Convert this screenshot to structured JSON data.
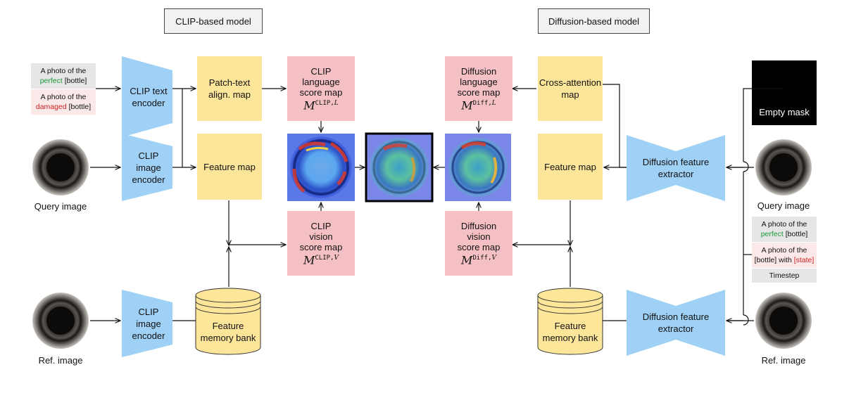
{
  "titles": {
    "clip": "CLIP-based model",
    "diffusion": "Diffusion-based model"
  },
  "left": {
    "prompt_perfect_pre": "A photo of the",
    "prompt_perfect_word": "perfect",
    "prompt_perfect_post": "[bottle]",
    "prompt_damaged_pre": "A photo of the",
    "prompt_damaged_word": "damaged",
    "prompt_damaged_post": "[bottle]",
    "text_encoder": "CLIP text encoder",
    "image_encoder": "CLIP image encoder",
    "ref_image_encoder": "CLIP image encoder",
    "patch_text_map": "Patch-text align. map",
    "feature_map": "Feature map",
    "memory_bank": "Feature memory bank",
    "query_caption": "Query image",
    "ref_caption": "Ref. image",
    "lang_score_l1": "CLIP",
    "lang_score_l2": "language",
    "lang_score_l3": "score map",
    "lang_math_base": "M",
    "lang_math_sup": "CLIP",
    "lang_math_sub": "L",
    "vis_score_l1": "CLIP",
    "vis_score_l2": "vision",
    "vis_score_l3": "score map",
    "vis_math_base": "M",
    "vis_math_sup": "CLIP",
    "vis_math_sub": "V"
  },
  "right": {
    "cross_attention": "Cross-attention map",
    "feature_map": "Feature map",
    "memory_bank": "Feature memory bank",
    "extractor_top": "Diffusion feature extractor",
    "extractor_bottom": "Diffusion feature extractor",
    "empty_mask": "Empty mask",
    "query_caption": "Query image",
    "ref_caption": "Ref. image",
    "prompt_perfect_pre": "A photo of the",
    "prompt_perfect_word": "perfect",
    "prompt_perfect_post": "[bottle]",
    "prompt_state_pre": "A photo of the",
    "prompt_state_mid": "[bottle] with",
    "prompt_state_word": "[state]",
    "timestep": "Timestep",
    "lang_score_l1": "Diffusion",
    "lang_score_l2": "language",
    "lang_score_l3": "score map",
    "lang_math_base": "M",
    "lang_math_sup": "Diff",
    "lang_math_sub": "L",
    "vis_score_l1": "Diffusion",
    "vis_score_l2": "vision",
    "vis_score_l3": "score map",
    "vis_math_base": "M",
    "vis_math_sup": "Diff",
    "vis_math_sub": "V"
  },
  "colors": {
    "feature_box": "#fde59a",
    "score_box": "#f4c0c4",
    "encoder": "#9fd0f5",
    "prompt_bg": "#e6e6e6",
    "prompt_bg_pink": "#fbe9ea",
    "perfect": "#1a9a3a",
    "damaged": "#cc2222"
  }
}
